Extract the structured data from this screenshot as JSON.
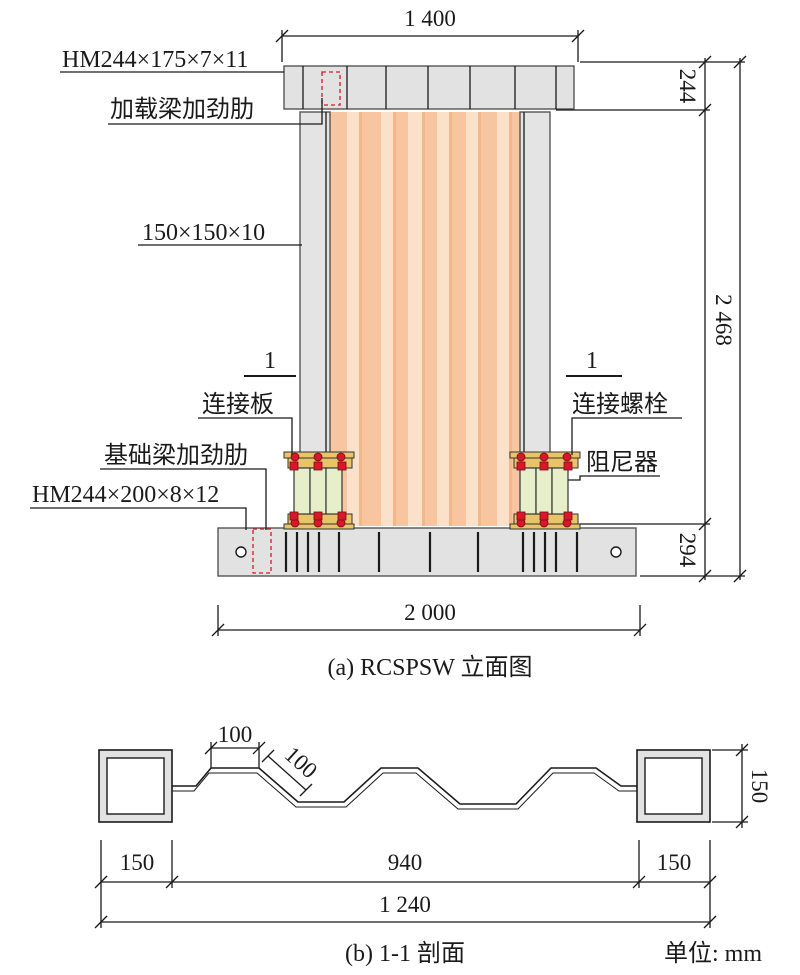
{
  "elevation": {
    "dim_top_width": "1 400",
    "dim_top_beam_height": "244",
    "dim_total_height": "2 468",
    "dim_base_beam_height": "294",
    "dim_base_width": "2 000",
    "label_top_beam": "HM244×175×7×11",
    "label_top_stiffener": "加载梁加劲肋",
    "label_column": "150×150×10",
    "label_section_left": "1",
    "label_section_right": "1",
    "label_connect_plate": "连接板",
    "label_connect_bolt": "连接螺栓",
    "label_damper": "阻尼器",
    "label_base_stiffener": "基础梁加劲肋",
    "label_base_beam": "HM244×200×8×12",
    "caption": "(a) RCSPSW 立面图"
  },
  "section": {
    "dim_corrugation_flat": "100",
    "dim_corrugation_incline": "100",
    "dim_column_size": "150",
    "dim_left": "150",
    "dim_middle": "940",
    "dim_right": "150",
    "dim_total": "1 240",
    "caption": "(b) 1-1 剖面",
    "unit": "单位: mm"
  },
  "colors": {
    "wall": "#f7c6a0",
    "steel": "#e2e2e2",
    "damper": "#e6efc9",
    "bolt": "#d7182a",
    "plate": "#e8c36a"
  }
}
